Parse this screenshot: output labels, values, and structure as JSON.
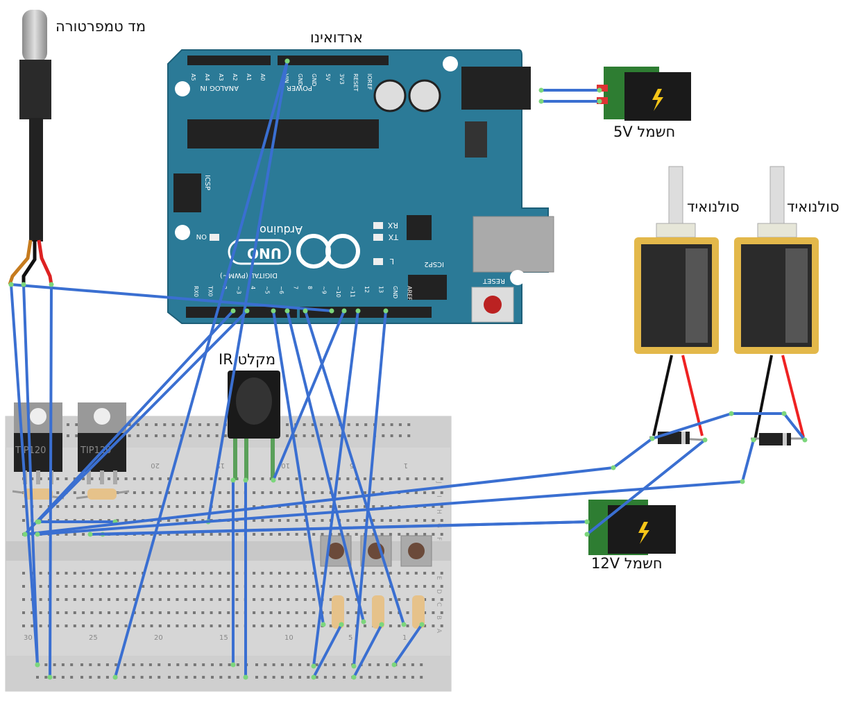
{
  "labels": {
    "temp_sensor": "מד טמפרטורה",
    "arduino": "ארדואינו",
    "power_5v": "חשמל 5V",
    "solenoid_1": "סולנואיד",
    "solenoid_2": "סולנואיד",
    "ir_receiver": "מקלט IR",
    "power_12v": "חשמל 12V"
  },
  "arduino": {
    "brand": "Arduino",
    "model": "UNO",
    "analog_header": "ANALOG IN",
    "analog_pins": [
      "A5",
      "A4",
      "A3",
      "A2",
      "A1",
      "A0"
    ],
    "power_header": "POWER",
    "power_pins": [
      "VIN",
      "GND",
      "GND",
      "5V",
      "3V3",
      "RESET",
      "IOREF"
    ],
    "digital_header": "DIGITAL (PWM~)",
    "digital_pins": [
      "RX0",
      "TX0",
      "2",
      "~3",
      "4",
      "~5",
      "~6",
      "7",
      "8",
      "~9",
      "~10",
      "~11",
      "12",
      "13",
      "GND",
      "AREF"
    ],
    "icsp": "ICSP",
    "icsp2": "ICSP2",
    "led_on": "ON",
    "led_rx": "RX",
    "led_tx": "TX",
    "led_l": "L",
    "reset": "RESET"
  },
  "transistors": [
    "TIP120",
    "TIP120"
  ],
  "breadboard_numbers": [
    "30",
    "25",
    "20",
    "15",
    "10",
    "5",
    "1"
  ],
  "breadboard_rows": [
    "J",
    "I",
    "H",
    "G",
    "F",
    "E",
    "D",
    "C",
    "B",
    "A"
  ],
  "colors": {
    "wire": "#3a6fd1",
    "board": "#2b7a97",
    "breadboard": "#d9d9d9",
    "power_board": "#2e7d32",
    "solenoid_frame": "#e3b84a"
  }
}
